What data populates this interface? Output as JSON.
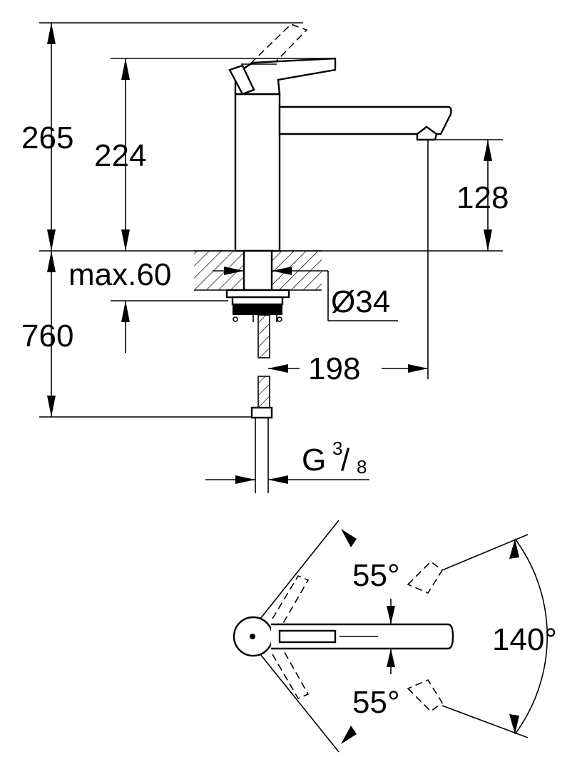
{
  "dimensions": {
    "total_height": "265",
    "lever_height": "224",
    "spout_height": "128",
    "deck_thickness": "max.60",
    "hole_diameter": "Ø34",
    "hose_length": "760",
    "spout_reach": "198",
    "connection_thread_letter": "G",
    "connection_thread_num": "3",
    "connection_thread_den": "8"
  },
  "angles": {
    "upper_swivel": "55°",
    "lower_swivel": "55°",
    "total_swivel": "140°"
  }
}
